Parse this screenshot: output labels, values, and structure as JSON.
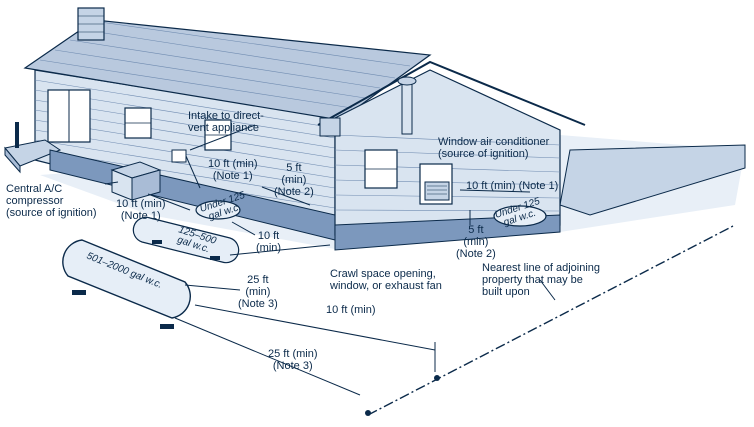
{
  "colors": {
    "ink": "#0b2a4a",
    "roof": "#b9c9de",
    "wall": "#d9e4f0",
    "ground": "#c5d4e6",
    "foundation": "#7c98bd",
    "tank": "#e6eef7"
  },
  "labels": {
    "intake": [
      "Intake to direct-",
      "vent appliance"
    ],
    "window_ac": [
      "Window air conditioner",
      "(source of ignition)"
    ],
    "central_ac": [
      "Central A/C",
      "compressor",
      "(source of ignition)"
    ],
    "dist_intake_10": [
      "10 ft (min)",
      "(Note 1)"
    ],
    "dist_5_note2_top": [
      "5 ft",
      "(min)",
      "(Note 2)"
    ],
    "dist_ac_10": [
      "10 ft (min)",
      "(Note 1)"
    ],
    "dist_window_10": "10 ft (min) (Note 1)",
    "dist_mid_10": [
      "10 ft",
      "(min)"
    ],
    "dist_5_note2_right": [
      "5 ft",
      "(min)",
      "(Note 2)"
    ],
    "crawl_space": [
      "Crawl space opening,",
      "window, or exhaust fan"
    ],
    "property_line": [
      "Nearest line of adjoining",
      "property that may be",
      "built upon"
    ],
    "dist_25_note3_a": [
      "25 ft",
      "(min)",
      "(Note 3)"
    ],
    "dist_10_property": "10 ft (min)",
    "dist_25_note3_b": [
      "25 ft (min)",
      "(Note 3)"
    ]
  },
  "tanks": {
    "under125_left": [
      "Under 125",
      "gal w.c."
    ],
    "tank_125_500": [
      "125–500",
      "gal w.c."
    ],
    "under125_right": [
      "Under 125",
      "gal w.c."
    ],
    "tank_501_2000": "501–2000 gal w.c."
  }
}
